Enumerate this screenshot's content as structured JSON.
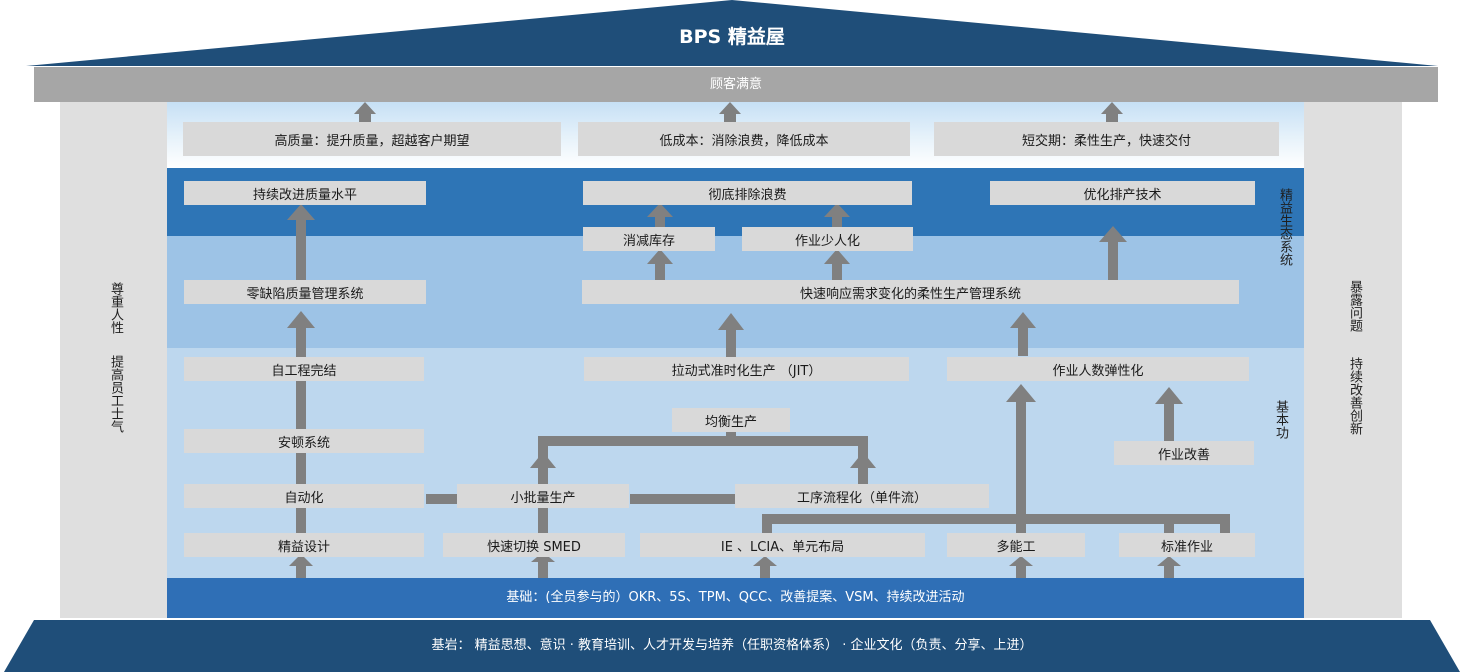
{
  "title": "BPS 精益屋",
  "beam": "顾客满意",
  "left_pillar": {
    "col1": "尊重人性",
    "col2": "提高员工士气"
  },
  "right_pillar": {
    "col1": "暴露问题",
    "col2": "持续改善创新"
  },
  "side_labels": {
    "ecosystem": "精益生态系统",
    "basic": "基本功"
  },
  "goals": {
    "quality": "高质量：提升质量，超越客户期望",
    "cost": "低成本：消除浪费，降低成本",
    "delivery": "短交期：柔性生产，快速交付"
  },
  "ecosystem": {
    "continuous_quality": "持续改进质量水平",
    "eliminate_waste": "彻底排除浪费",
    "optimize_scheduling": "优化排产技术",
    "reduce_inventory": "消减库存",
    "reduce_staff": "作业少人化",
    "zero_defect": "零缺陷质量管理系统",
    "flexible_system": "快速响应需求变化的柔性生产管理系统"
  },
  "basic": {
    "jidoka_complete": "自工程完结",
    "jit": "拉动式准时化生产 （JIT）",
    "flexible_staffing": "作业人数弹性化",
    "leveling": "均衡生产",
    "andon": "安顿系统",
    "work_improvement": "作业改善",
    "automation": "自动化",
    "small_batch": "小批量生产",
    "one_piece_flow": "工序流程化（单件流）",
    "lean_design": "精益设计",
    "smed": "快速切换 SMED",
    "ie_lcia": "IE 、LCIA、单元布局",
    "multi_skill": "多能工",
    "standard_work": "标准作业"
  },
  "foundation": "基础：(全员参与的）OKR、5S、TPM、QCC、改善提案、VSM、持续改进活动",
  "bedrock": "基岩： 精益思想、意识 · 教育培训、人才开发与培养（任职资格体系） · 企业文化（负责、分享、上进）",
  "colors": {
    "roof": "#1f4e79",
    "beam": "#a6a6a6",
    "pillar": "#dfdfdf",
    "ecosystem_dark": "#2e75b6",
    "ecosystem_mid": "#9dc3e6",
    "basic_band": "#bdd7ee",
    "box": "#d9d9d9",
    "arrow": "#808080",
    "foundation": "#2f6fb6",
    "bedrock": "#1f4e79"
  }
}
